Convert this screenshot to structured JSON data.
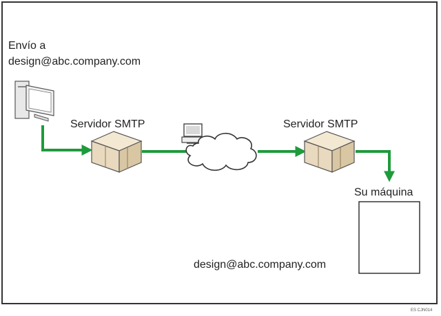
{
  "sender": {
    "line1": "Envío a",
    "line2": "design@abc.company.com"
  },
  "servers": [
    {
      "label": "Servidor SMTP"
    },
    {
      "label": "Servidor SMTP"
    }
  ],
  "machine": {
    "label": "Su máquina",
    "address": "design@abc.company.com"
  },
  "figure_code": "ES CJN014",
  "colors": {
    "arrow": "#1f9a3c",
    "box": "#e8d9bf",
    "border": "#333333"
  }
}
